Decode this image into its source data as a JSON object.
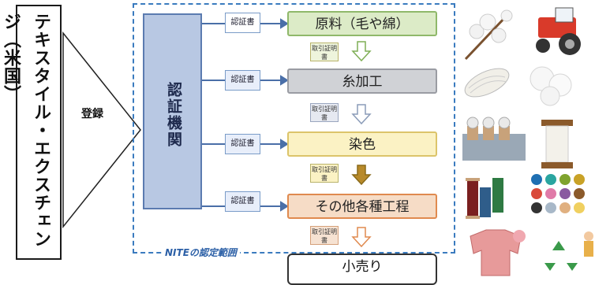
{
  "organization": {
    "name": "テキスタイル・エクスチェンジ（米国）"
  },
  "registration_label": "登録",
  "certification_body": "認証機関",
  "certificate_label": "認証書",
  "transaction_doc_label": "取引証明書",
  "scope_label": "NITEの認定範囲",
  "processes": [
    {
      "label": "原料（毛や綿）",
      "fill": "#dcebc7",
      "border": "#8fb86a"
    },
    {
      "label": "糸加工",
      "fill": "#d0d2d6",
      "border": "#9a9ca3"
    },
    {
      "label": "染色",
      "fill": "#fbf2c4",
      "border": "#dcc46a"
    },
    {
      "label": "その他各種工程",
      "fill": "#f6dcc6",
      "border": "#e08a4f"
    }
  ],
  "retail_label": "小売り",
  "colors": {
    "certification_body_fill": "#b8c8e3",
    "scope_border": "#3a7bbf",
    "arrow_blue": "#5b7bb0"
  },
  "icons": [
    "cotton-plant-icon",
    "tractor-icon",
    "yarn-skein-icon",
    "cotton-ball-icon",
    "spinning-machine-icon",
    "thread-spool-icon",
    "thread-spools-icon",
    "dye-colors-icon",
    "sweater-icon",
    "recycle-icon"
  ]
}
